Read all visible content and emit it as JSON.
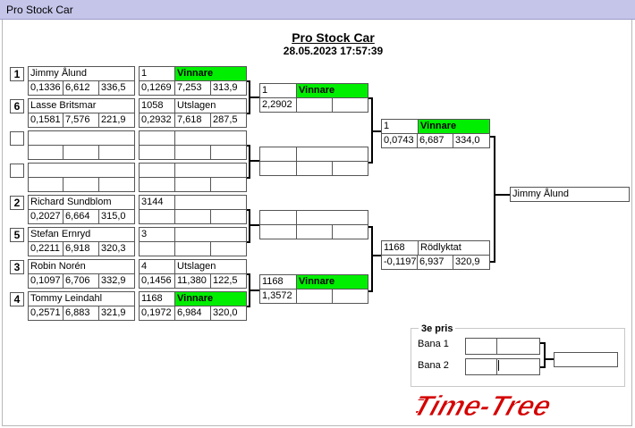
{
  "window": {
    "title": "Pro Stock Car"
  },
  "header": {
    "title": "Pro Stock Car",
    "datetime": "28.05.2023 17:57:39"
  },
  "seeds": [
    "1",
    "6",
    "",
    "",
    "2",
    "5",
    "3",
    "4"
  ],
  "round1": [
    {
      "name": "Jimmy Ålund",
      "rt": "0,1336",
      "et": "6,612",
      "speed": "336,5",
      "lane": "1",
      "result": "Vinnare",
      "r_rt": "0,1269",
      "r_et": "7,253",
      "r_speed": "313,9"
    },
    {
      "name": "Lasse Britsmar",
      "rt": "0,1581",
      "et": "7,576",
      "speed": "221,9",
      "lane": "1058",
      "result": "Utslagen",
      "r_rt": "0,2932",
      "r_et": "7,618",
      "r_speed": "287,5"
    },
    {
      "name": "",
      "rt": "",
      "et": "",
      "speed": "",
      "lane": "",
      "result": "",
      "r_rt": "",
      "r_et": "",
      "r_speed": ""
    },
    {
      "name": "",
      "rt": "",
      "et": "",
      "speed": "",
      "lane": "",
      "result": "",
      "r_rt": "",
      "r_et": "",
      "r_speed": ""
    },
    {
      "name": "Richard  Sundblom",
      "rt": "0,2027",
      "et": "6,664",
      "speed": "315,0",
      "lane": "3144",
      "result": "",
      "r_rt": "",
      "r_et": "",
      "r_speed": ""
    },
    {
      "name": "Stefan Ernryd",
      "rt": "0,2211",
      "et": "6,918",
      "speed": "320,3",
      "lane": "3",
      "result": "",
      "r_rt": "",
      "r_et": "",
      "r_speed": ""
    },
    {
      "name": "Robin  Norén",
      "rt": "0,1097",
      "et": "6,706",
      "speed": "332,9",
      "lane": "4",
      "result": "Utslagen",
      "r_rt": "0,1456",
      "r_et": "11,380",
      "r_speed": "122,5"
    },
    {
      "name": "Tommy  Leindahl",
      "rt": "0,2571",
      "et": "6,883",
      "speed": "321,9",
      "lane": "1168",
      "result": "Vinnare",
      "r_rt": "0,1972",
      "r_et": "6,984",
      "r_speed": "320,0"
    }
  ],
  "round2": [
    {
      "lane": "1",
      "result": "Vinnare",
      "rt": "2,2902",
      "et": "",
      "speed": ""
    },
    {
      "lane": "",
      "result": "",
      "rt": "",
      "et": "",
      "speed": ""
    },
    {
      "lane": "",
      "result": "",
      "rt": "",
      "et": "",
      "speed": ""
    },
    {
      "lane": "1168",
      "result": "Vinnare",
      "rt": "1,3572",
      "et": "",
      "speed": ""
    }
  ],
  "round3": [
    {
      "lane": "1",
      "result": "Vinnare",
      "rt": "0,0743",
      "et": "6,687",
      "speed": "334,0"
    },
    {
      "lane": "1168",
      "result": "Rödlyktat",
      "rt": "-0,1197",
      "et": "6,937",
      "speed": "320,9"
    }
  ],
  "winner": {
    "name": "Jimmy Ålund"
  },
  "third_place": {
    "title": "3e pris",
    "lane1_label": "Bana 1",
    "lane2_label": "Bana 2",
    "lane1_a": "",
    "lane1_b": "",
    "lane2_a": "",
    "lane2_b": "",
    "result": ""
  },
  "logo": {
    "text": "Time-Tree",
    "color": "#d40000"
  },
  "colors": {
    "winner_bg": "#00ee00",
    "titlebar": "#c5c5ea"
  }
}
